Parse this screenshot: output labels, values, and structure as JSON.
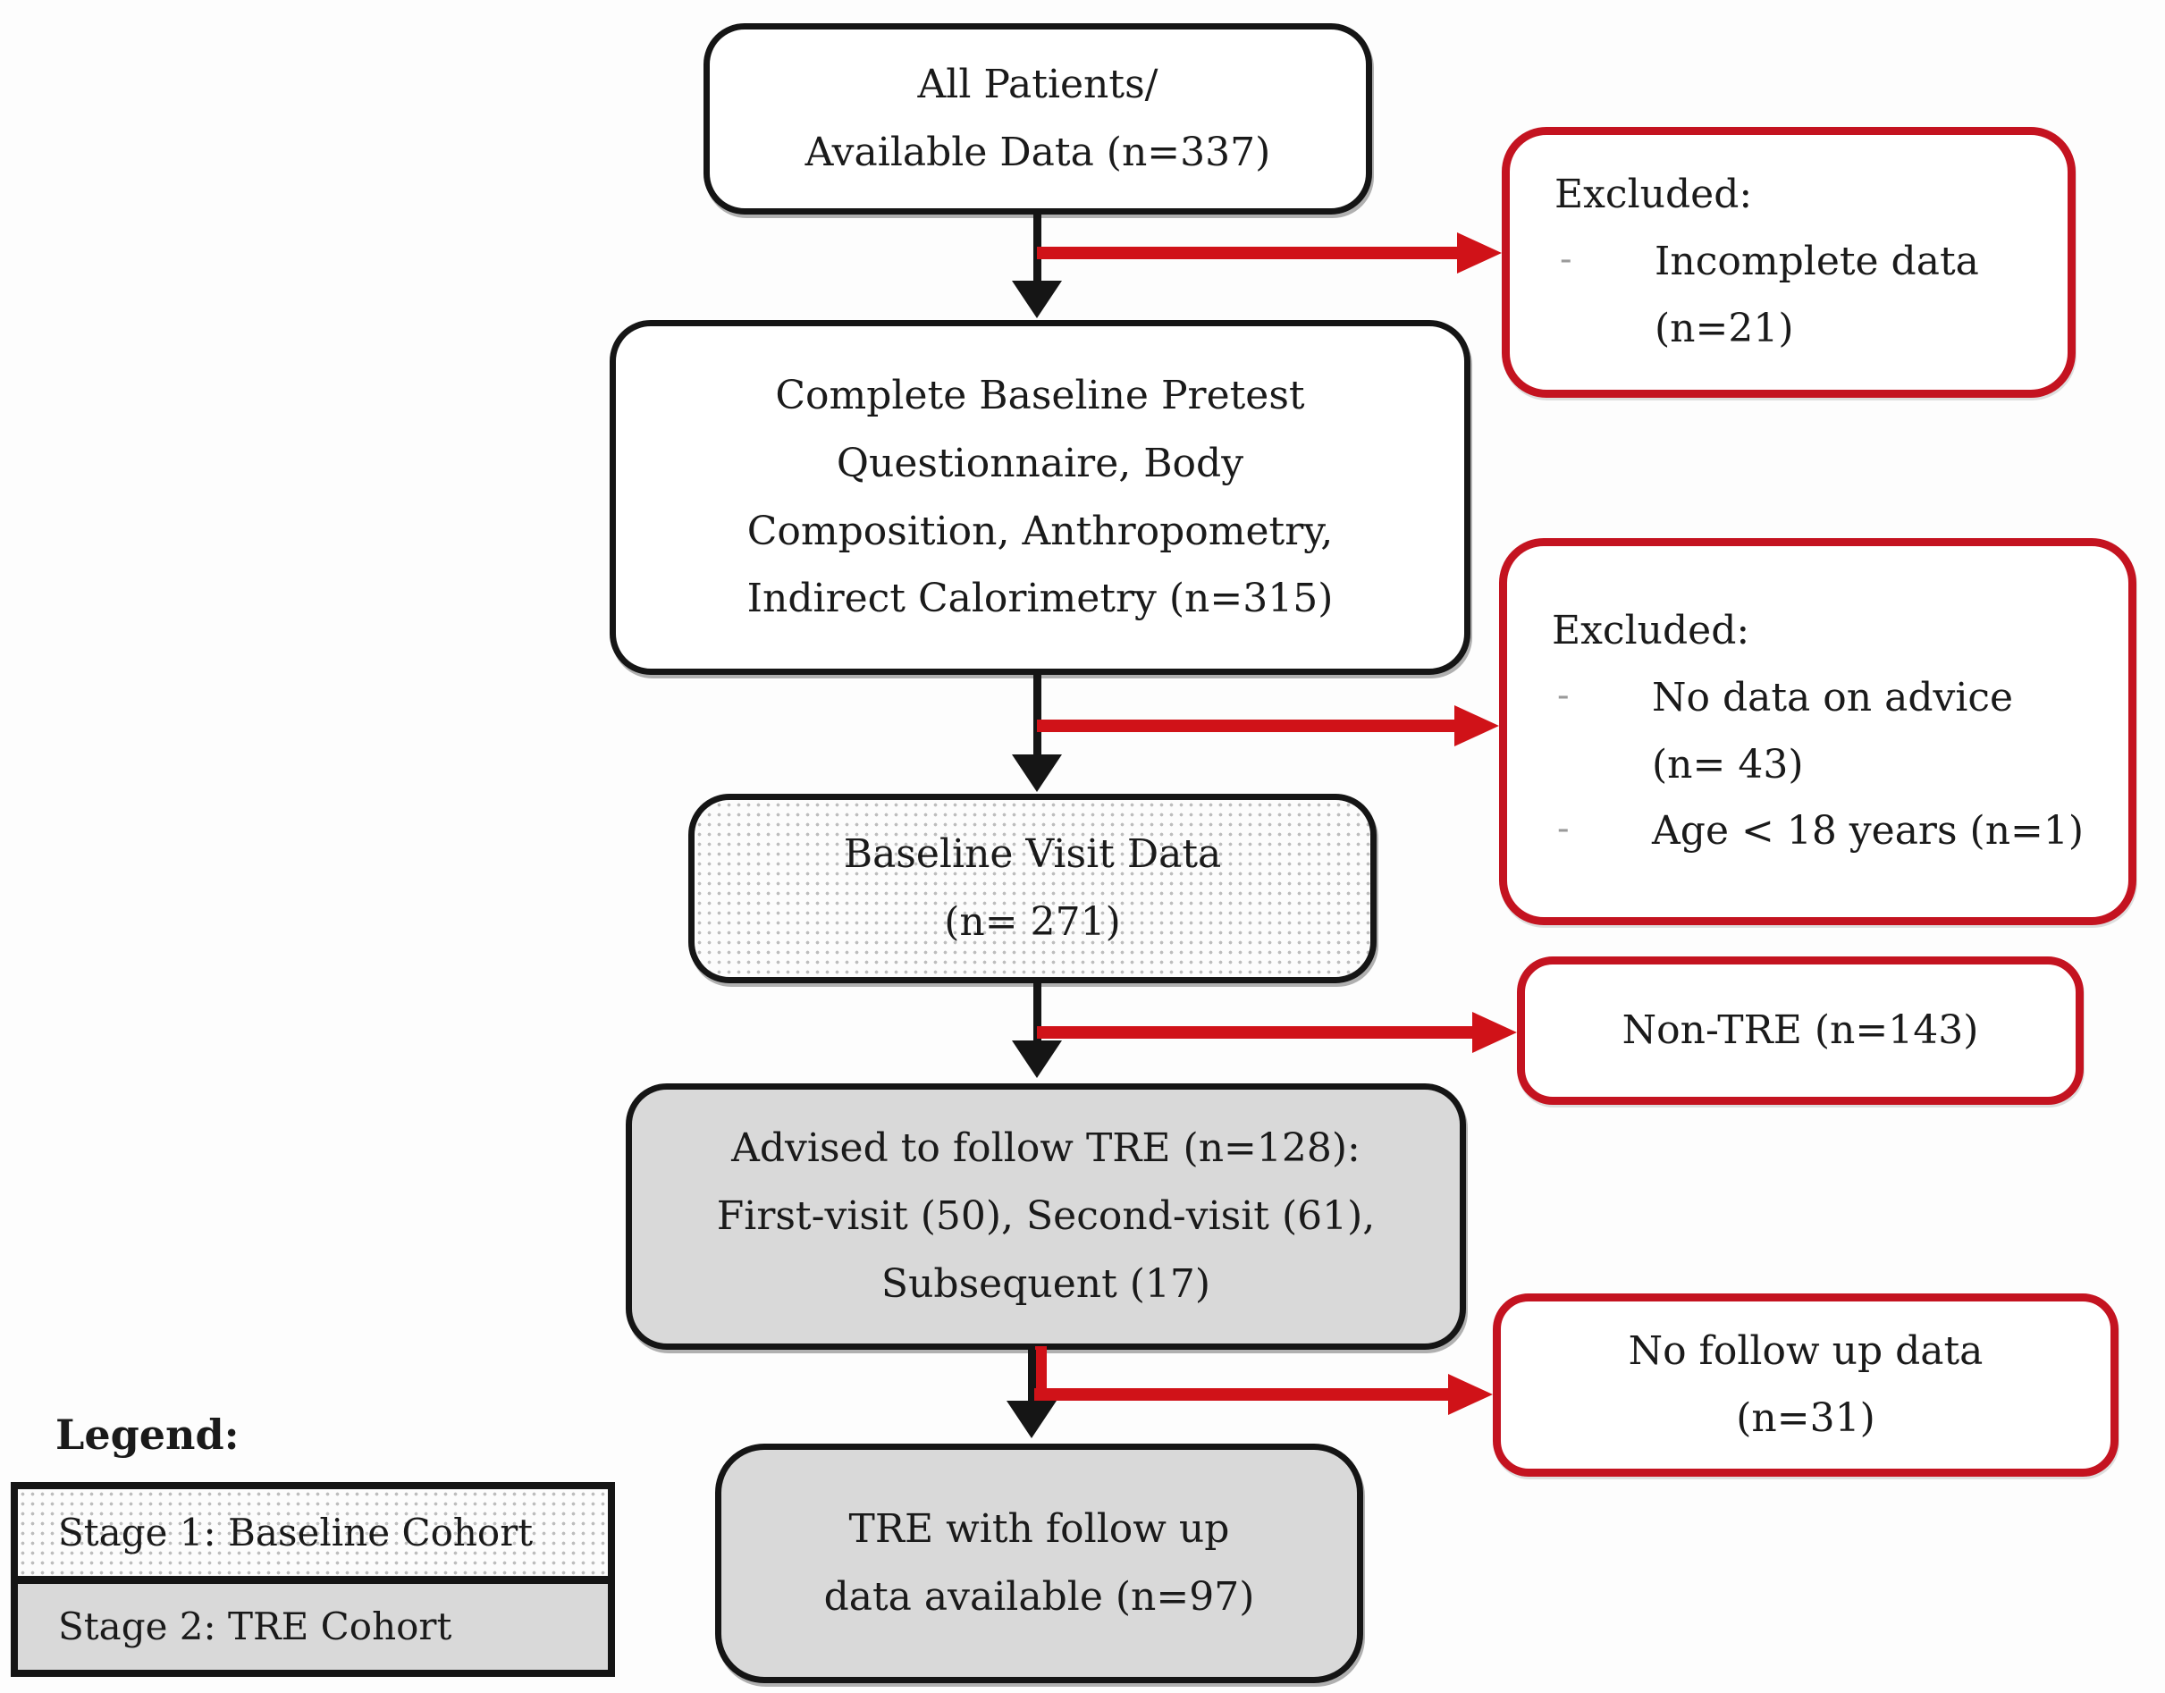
{
  "diagram": {
    "colors": {
      "flow_border": "#151515",
      "excluded_border": "#c41320",
      "arrow_black": "#151515",
      "arrow_red": "#d01218",
      "stage2_fill": "#d9d9d9",
      "bullet": "#9a9a9a"
    },
    "boxes": {
      "all_patients": {
        "lines": [
          "All Patients/",
          "Available Data (n=337)"
        ]
      },
      "complete_baseline": {
        "lines": [
          "Complete Baseline Pretest",
          "Questionnaire, Body",
          "Composition, Anthropometry,",
          "Indirect Calorimetry (n=315)"
        ]
      },
      "baseline_visit": {
        "lines": [
          "Baseline Visit Data",
          "(n= 271)"
        ]
      },
      "advised_tre": {
        "lines": [
          "Advised to follow TRE (n=128):",
          "First-visit (50), Second-visit (61),",
          "Subsequent (17)"
        ]
      },
      "tre_followup": {
        "lines": [
          "TRE with follow up",
          "data available (n=97)"
        ]
      },
      "excluded_1": {
        "title": "Excluded:",
        "items": [
          {
            "bullet": "-",
            "lines": [
              "Incomplete data",
              "(n=21)"
            ]
          }
        ]
      },
      "excluded_2": {
        "title": "Excluded:",
        "items": [
          {
            "bullet": "-",
            "lines": [
              "No data on advice",
              "(n= 43)"
            ]
          },
          {
            "bullet": "-",
            "lines": [
              "Age < 18 years (n=1)"
            ]
          }
        ]
      },
      "non_tre": {
        "lines": [
          "Non-TRE (n=143)"
        ]
      },
      "no_followup": {
        "lines": [
          "No follow up data",
          "(n=31)"
        ]
      }
    },
    "legend": {
      "title": "Legend:",
      "rows": [
        {
          "label": "Stage 1: Baseline Cohort"
        },
        {
          "label": "Stage 2: TRE Cohort"
        }
      ]
    }
  }
}
